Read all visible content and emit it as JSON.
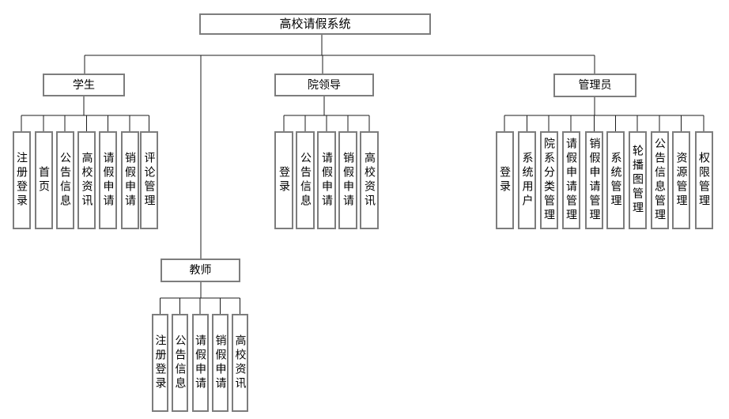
{
  "title": "高校请假系统",
  "colors": {
    "box_border": "#7d7d7d",
    "connector": "#1c1c1c",
    "background": "#ffffff"
  },
  "branches": [
    {
      "label": "学生",
      "children": [
        "注册登录",
        "首页",
        "公告信息",
        "高校资讯",
        "请假申请",
        "销假申请",
        "评论管理"
      ]
    },
    {
      "label": "院领导",
      "children": [
        "登录",
        "公告信息",
        "请假申请",
        "销假申请",
        "高校资讯"
      ]
    },
    {
      "label": "管理员",
      "children": [
        "登录",
        "系统用户",
        "院系分类管理",
        "请假申请管理",
        "销假申请管理",
        "系统管理",
        "轮播图管理",
        "公告信息管理",
        "资源管理",
        "权限管理"
      ]
    },
    {
      "label": "教师",
      "children": [
        "注册登录",
        "公告信息",
        "请假申请",
        "销假申请",
        "高校资讯"
      ]
    }
  ]
}
